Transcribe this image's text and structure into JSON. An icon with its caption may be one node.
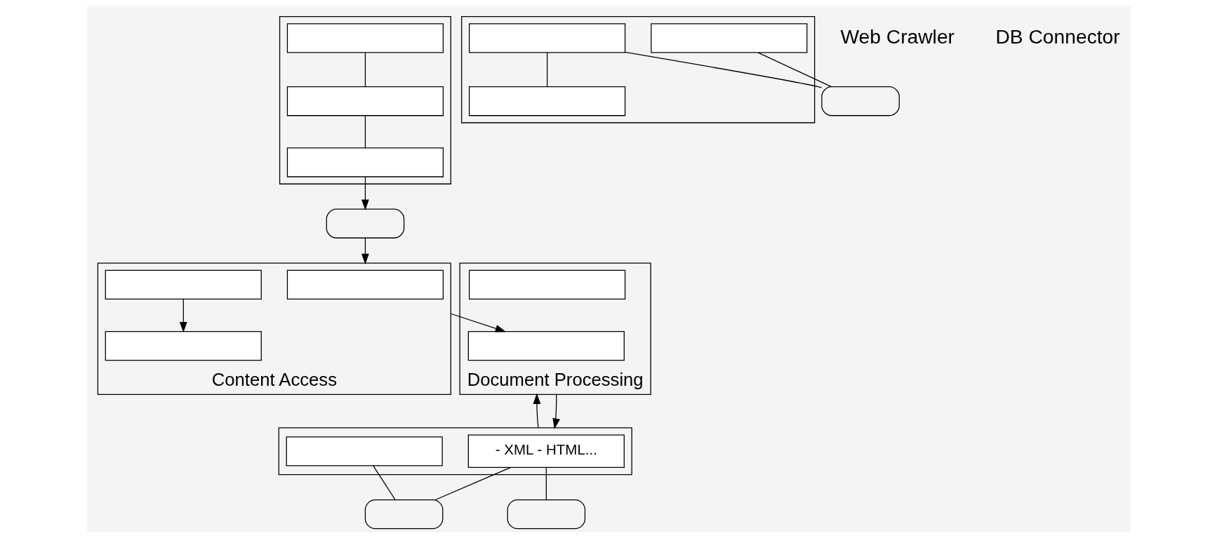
{
  "diagram": {
    "nodes": [
      {
        "text": [],
        "shape": "box"
      },
      {
        "text": [],
        "shape": "box",
        "in": 0
      },
      {
        "text": [],
        "shape": "box",
        "in": 0
      },
      {
        "text": [],
        "shape": "box",
        "in": 0
      },
      {
        "text": [],
        "shape": "capsule"
      },
      {
        "text": [
          "Content Access"
        ]
      },
      {
        "text": [],
        "shape": "box",
        "in": 5
      },
      {
        "text": [],
        "shape": "box",
        "in": 5
      },
      {
        "text": [],
        "shape": "box",
        "in": 5
      },
      {
        "text": [
          "Document Processing"
        ]
      },
      {
        "text": [],
        "shape": "box",
        "in": 9
      },
      {
        "text": [],
        "shape": "box",
        "in": 9
      },
      {
        "text": [],
        "shape": "box"
      },
      {
        "text": [],
        "shape": "box",
        "in": 12
      },
      {
        "text": [],
        "shape": "box",
        "in": 12
      },
      {
        "text": [],
        "shape": "box",
        "in": 12
      },
      {
        "text": [],
        "shape": "capsule"
      },
      {
        "text": [],
        "shape": "box"
      },
      {
        "text": [],
        "shape": "box",
        "in": 17
      },
      {
        "text": [
          "- XML - HTML..."
        ],
        "in": 17
      },
      {
        "text": [],
        "shape": "capsule"
      },
      {
        "text": [],
        "shape": "capsule"
      }
    ],
    "edges": [
      {
        "from": 1,
        "to": 2,
        "arrow": "none"
      },
      {
        "from": 2,
        "to": 3,
        "arrow": "none"
      },
      {
        "from": 3,
        "to": 4,
        "arrow": "to"
      },
      {
        "from": 4,
        "to": 5,
        "arrow": "to"
      },
      {
        "from": 6,
        "to": 7,
        "arrow": "to"
      },
      {
        "from": 5,
        "to": 11,
        "arrow": "to"
      },
      {
        "from": 17,
        "to": 9,
        "arrow": "to"
      },
      {
        "from": 9,
        "to": 17,
        "arrow": "to"
      },
      {
        "from": 13,
        "to": 14,
        "arrow": "none"
      },
      {
        "from": 13,
        "to": 16,
        "arrow": "none"
      },
      {
        "from": 15,
        "to": 16,
        "arrow": "none"
      },
      {
        "from": 18,
        "to": 20,
        "arrow": "none"
      },
      {
        "from": 19,
        "to": 20,
        "arrow": "none"
      },
      {
        "from": 19,
        "to": 21,
        "arrow": "none"
      }
    ],
    "labels": [
      "Web Crawler",
      "DB Connector"
    ]
  }
}
